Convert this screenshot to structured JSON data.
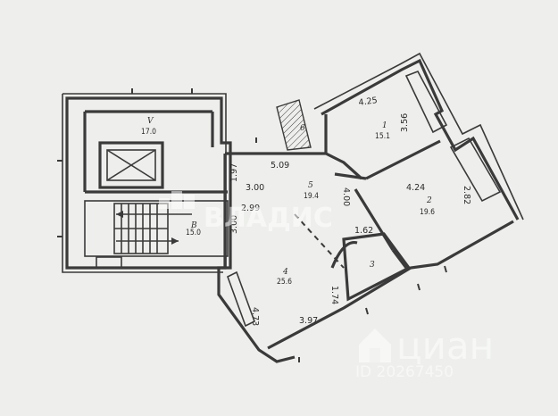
{
  "plan": {
    "rooms": [
      {
        "id": "r1",
        "number": "1",
        "area": "15.1"
      },
      {
        "id": "r2",
        "number": "2",
        "area": "19.6"
      },
      {
        "id": "r3",
        "number": "3",
        "area": ""
      },
      {
        "id": "r4",
        "number": "4",
        "area": "25.6"
      },
      {
        "id": "r5",
        "number": "5",
        "area": "19.4"
      },
      {
        "id": "r6",
        "number": "6",
        "area": ""
      },
      {
        "id": "rV",
        "number": "V",
        "area": "17.0"
      },
      {
        "id": "rB",
        "number": "B",
        "area": "15.0"
      }
    ],
    "dimensions": {
      "d425": "4.25",
      "d356": "3.56",
      "d424": "4.24",
      "d282": "2.82",
      "d509": "5.09",
      "d197": "1.97",
      "d300a": "3.00",
      "d400": "4.00",
      "d299": "2.99",
      "d300b": "3.00",
      "d162": "1.62",
      "d174": "1.74",
      "d473": "4.73",
      "d397": "3.97"
    }
  },
  "watermarks": {
    "brand": "ВЛАДИС",
    "site": "циан",
    "listing_id": "ID 20267450"
  }
}
